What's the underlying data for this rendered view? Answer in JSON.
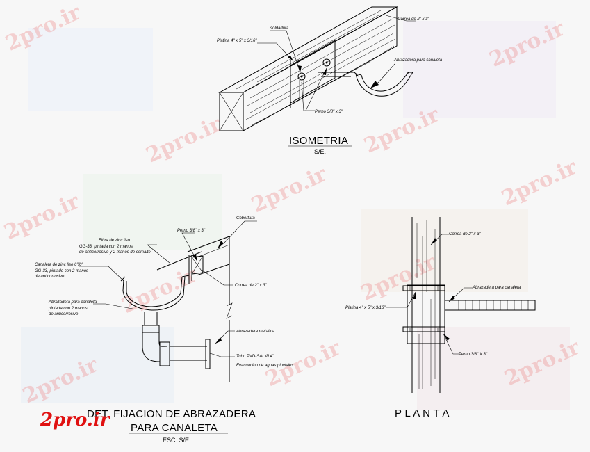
{
  "watermark": {
    "text": "2pro.ir"
  },
  "logo": {
    "text": "2pro.ir"
  },
  "isometria": {
    "title": "ISOMETRIA",
    "scale": "S/E.",
    "labels": {
      "soldadura": "soldadura",
      "platina": "Platina 4\" x 5\" x 3/16\"",
      "correa": "Correa de 2\" x 3\"",
      "abrazadera": "Abrazadera para canaleta",
      "perno": "Perno 3/8\" x 3\""
    }
  },
  "detalle": {
    "title_line1": "DET. FIJACION DE ABRAZADERA",
    "title_line2": "PARA CANALETA",
    "scale": "ESC. S/E",
    "labels": {
      "cobertura": "Cobertura",
      "perno": "Perno 3/8\" x 3\"",
      "fibra_1": "Fibra de zinc liso",
      "fibra_2": "GG-33, pintada con 2 manos",
      "fibra_3": "de anticorrosivo y 2 manos de esmalte",
      "canaleta_1": "Canaleta de zinc liso 6\"/0\"",
      "canaleta_2": "GG-33, pintado con 2 manos",
      "canaleta_3": "de anticorrosivo",
      "correa": "Correa de 2\" x 3\"",
      "abraz_1": "Abrazadera para canaleta",
      "abraz_2": "pintada con 2 manos",
      "abraz_3": "de anticorrosivo",
      "abraz_metalica": "Abrazadera metalica",
      "tubo": "Tubo PVD-SAL Ø 4\"",
      "evacuacion": "Evacuacion de aguas pluviales"
    }
  },
  "planta": {
    "title": "P L A N T A",
    "labels": {
      "correa": "Correa de 2\" x 3\"",
      "abrazadera": "Abrazadera para canaleta",
      "platina": "Platina 4\" x 5\" x 3/16\"",
      "perno": "Perno 3/8\" X 3\""
    }
  }
}
